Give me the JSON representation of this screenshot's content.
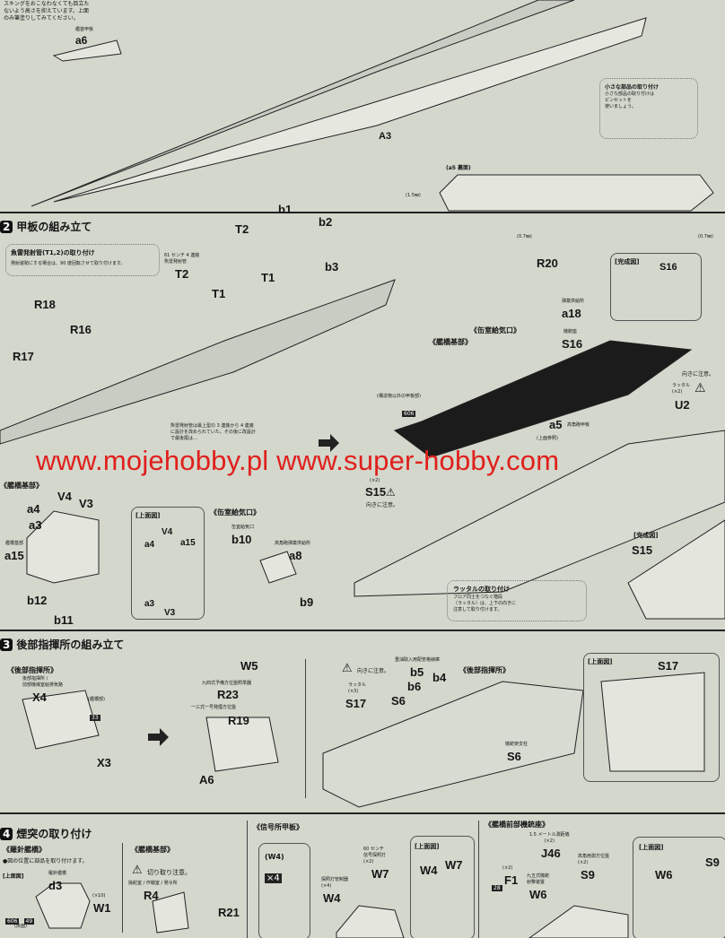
{
  "top": {
    "note": [
      "スキングをおこなわなくても目立た",
      "ないよう高さを抑えています。上面",
      "のみ筆塗りしてみてください。"
    ],
    "a6_caption": "艦首甲板",
    "a6": "a6",
    "a3": "A3",
    "tip_title": "小さな部品の取り付け",
    "tip_text": [
      "小さな部品の取り付けは",
      "ピンセットを",
      "使いましょう。"
    ],
    "a5_back": "(a5 裏面)",
    "d15": "(1.5㎜)",
    "d07a": "(0.7㎜)",
    "d07b": "(0.7㎜)"
  },
  "step2": {
    "num": "2",
    "title": "甲板の組み立て",
    "note_title": "魚雷発射管(T1,2)の取り付け",
    "note_text": "発射姿勢にする場合は、90 度回転させて取り付けます。",
    "torpedo_caption": [
      "61 センチ 4 連装",
      "魚雷発射管"
    ],
    "parts": {
      "T2a": "T2",
      "T2b": "T2",
      "T1a": "T1",
      "T1b": "T1",
      "b1": "b1",
      "b2": "b2",
      "b3": "b3",
      "R18": "R18",
      "R16": "R16",
      "R17": "R17",
      "R20": "R20",
      "a18": "a18",
      "S16": "S16",
      "U2": "U2",
      "S15": "S15",
      "a5": "a5"
    },
    "a18_caption": "弾薬供給所",
    "s16_caption": "機銃座",
    "complete": "[完成図]",
    "complete_s16": "S16",
    "intake": "《缶室給気口》",
    "bridge_base": "《艦橋基部》",
    "deck_caption": "(構造物以外の甲板部)",
    "deck_color": "606",
    "a5_caption": "高角砲甲板",
    "top_ref": "(上面参照)",
    "caution": "向きに注意。",
    "ladder": "ラッタル",
    "x2": "(×2)",
    "mid_note": [
      "魚雷発射管は最上型の 3 連装から 4 連装",
      "に設計を改められていた。その後に改設計",
      "で最後尾は…"
    ],
    "s15_x2": "(×2)",
    "s15_caution": "向きに注意。",
    "left_bridge": "《艦橋基部》",
    "V4": "V4",
    "a4": "a4",
    "V3": "V3",
    "a3": "a3",
    "a15_caption": "艦橋基部",
    "a15": "a15",
    "b12": "b12",
    "b11": "b11",
    "topview": "[上面図]",
    "tv_a4": "a4",
    "tv_V4": "V4",
    "tv_a15": "a15",
    "tv_a3": "a3",
    "tv_V3": "V3",
    "left_intake": "《缶室給気口》",
    "b10_caption": "缶室給気口",
    "b10": "b10",
    "a8_caption": "高角砲弾薬供給所",
    "a8": "a8",
    "b9": "b9",
    "complete2": "[完成図]",
    "complete_s15": "S15",
    "ladder_title": "ラッタルの取り付け",
    "ladder_text": [
      "フロア同士をつなぐ階段",
      "（ラッタル）は、上下の向きに",
      "注意して取り付けます。"
    ]
  },
  "watermark": "www.mojehobby.pl www.super-hobby.com",
  "step3": {
    "num": "3",
    "title": "後部指揮所の組み立て",
    "sub": "《後部指揮所》",
    "x4_caption": [
      "後部指揮所 /",
      "前部機械室給排気路"
    ],
    "X4": "X4",
    "bridge": "(艦橋部)",
    "color33": "33",
    "X3": "X3",
    "W5": "W5",
    "r23_caption": "九四式予備方位盤照準器",
    "R23": "R23",
    "r19_caption": "一三式一号発煙方位盤",
    "R19": "R19",
    "A6": "A6",
    "caution": "向きに注意。",
    "b5_caption": "重油取入用配管格納庫",
    "b5": "b5",
    "b6": "b6",
    "b4": "b4",
    "sub2": "《後部指揮所》",
    "ladder": "ラッタル",
    "x3": "(×3)",
    "S17": "S17",
    "S6a": "S6",
    "s6_caption": "機銃架支柱",
    "S6b": "S6",
    "topview": "[上面図]",
    "tv_S17": "S17"
  },
  "step4": {
    "num": "4",
    "title": "煙突の取り付け",
    "compass": "《羅針艦橋》",
    "compass_note": "●図の位置に部品を取り付けます。",
    "topview": "[上面図]",
    "d3_caption": "羅針艦橋",
    "d3": "d3",
    "x10": "(×10)",
    "W1": "W1",
    "c606": "606",
    "c49": "49",
    "floor": "(床面)",
    "base": "《艦橋基部》",
    "cut_caution": "切り取り注意。",
    "r4_caption": "操舵室 / 作戦室 / 発令所",
    "R4": "R4",
    "R21": "R21",
    "signal": "《信号所甲板》",
    "w4_box": "(W4)",
    "w4_x4": "×4",
    "w7_caption": [
      "60 センチ",
      "信号探照灯",
      "(×2)"
    ],
    "W7": "W7",
    "w4_caption": [
      "探照灯管制器",
      "(×4)"
    ],
    "W4": "W4",
    "tv2": "[上面図]",
    "tv2_W4": "W4",
    "tv2_W7": "W7",
    "mg": "《艦橋前部機銃座》",
    "j46_caption": [
      "1.5 メートル測距儀",
      "(×2)"
    ],
    "J46": "J46",
    "s9_caption": [
      "高角用測方位盤",
      "(×2)"
    ],
    "S9": "S9",
    "f1_x2": "(×2)",
    "c28": "28",
    "F1": "F1",
    "w6_caption": [
      "九五式機銃",
      "射撃装置"
    ],
    "W6": "W6",
    "tv3": "[上面図]",
    "tv3_W6": "W6",
    "tv3_S9": "S9"
  }
}
